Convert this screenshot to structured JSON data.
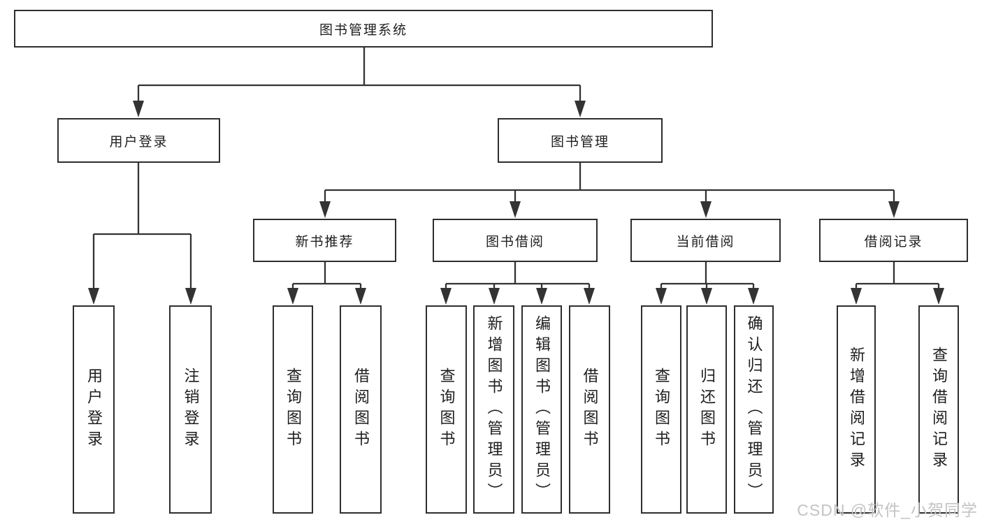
{
  "nodes": {
    "root": "图书管理系统",
    "user_login": "用户登录",
    "book_mgmt": "图书管理",
    "leaf_user_login": "用户登录",
    "leaf_logout": "注销登录",
    "new_book_rec": "新书推荐",
    "book_borrow": "图书借阅",
    "current_borrow": "当前借阅",
    "borrow_records": "借阅记录",
    "rec_query_books": "查询图书",
    "rec_borrow_books": "借阅图书",
    "bb_query_books": "查询图书",
    "bb_add_books_admin": "新增图书（管理员）",
    "bb_edit_books_admin": "编辑图书（管理员）",
    "bb_borrow_books": "借阅图书",
    "cb_query_books": "查询图书",
    "cb_return_books": "归还图书",
    "cb_confirm_return_admin": "确认归还（管理员）",
    "br_add_record": "新增借阅记录",
    "br_query_record": "查询借阅记录"
  },
  "watermark": "CSDN @软件_小贺同学",
  "colors": {
    "line": "#333333",
    "box_border": "#2e2e2e",
    "text": "#1e1e1e",
    "watermark": "#c3c3c3",
    "background": "#ffffff"
  }
}
